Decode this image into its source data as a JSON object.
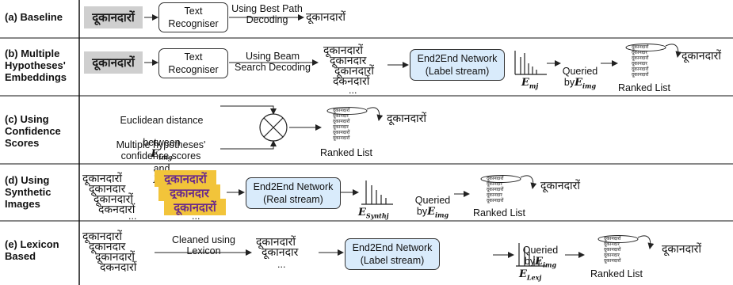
{
  "rows": {
    "a": {
      "label": "(a) Baseline"
    },
    "b": {
      "label": "(b) Multiple\nHypotheses'\nEmbeddings"
    },
    "c": {
      "label": "(c) Using\nConfidence\nScores"
    },
    "d": {
      "label": "(d) Using\nSynthetic\nImages"
    },
    "e": {
      "label": "(e) Lexicon\nBased"
    }
  },
  "word": "दूकानदारों",
  "hypotheses": [
    "दूकानदारों",
    "दूकानदार",
    "दूकानदारों",
    "दकनदारों"
  ],
  "ranked_items": [
    "दूकानदारों",
    "दूकानदार",
    "दूकानदारों",
    "दूकानदार",
    "दूकानदारों",
    "दूकानदारों"
  ],
  "text_recogniser": "Text\nRecogniser",
  "best_path": "Using Best Path\nDecoding",
  "beam_search": "Using Beam\nSearch Decoding",
  "label_stream": "End2End Network\n(Label stream)",
  "real_stream": "End2End Network\n(Real stream)",
  "queried_by": "Queried\nby",
  "e_img": "E",
  "e_img_sub": "img",
  "e_m_sub": "mj",
  "e_synth_sub": "Synthj",
  "e_lex_sub": "Lexj",
  "ranked_list": "Ranked List",
  "ellipsis": "...",
  "euclid_line1": "Euclidean distance",
  "euclid_between": "between",
  "and_word": "and",
  "multi_conf": "Multiple hypotheses'\nconfidence scores",
  "cleaned_lexicon": "Cleaned using\nLexicon",
  "colors": {
    "blue_box": "#d9ebfb",
    "synth_bg": "#f2c43a",
    "synth_text": "#6a2a8a",
    "gray_img": "#cfcfcf"
  }
}
